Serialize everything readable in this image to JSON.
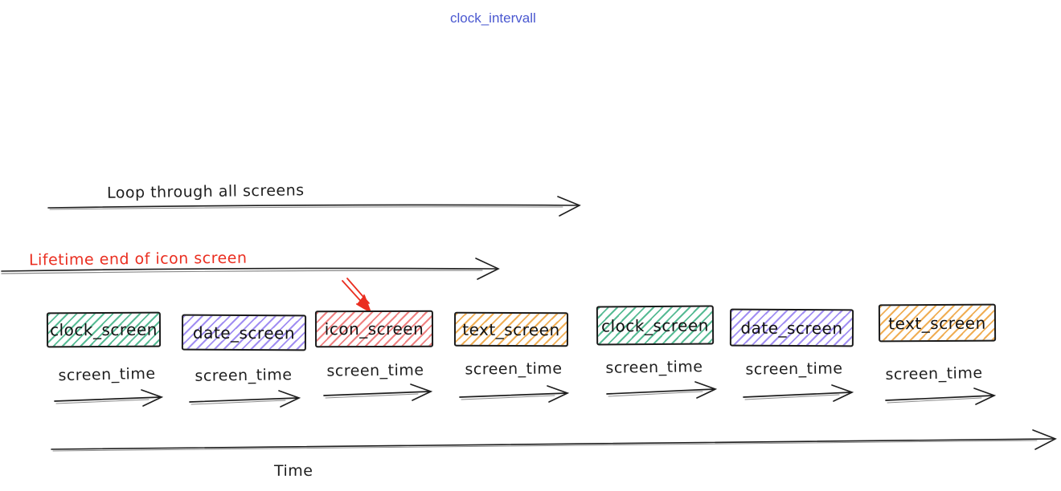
{
  "title": "clock_intervall",
  "colors": {
    "title_blue": "#4a58d0",
    "annotation_red": "#ea2e20",
    "stroke_black": "#1e1e1e",
    "green_hatch": "#57bb94",
    "purple_hatch": "#a18ef2",
    "red_hatch": "#ef8080",
    "yellow_hatch": "#f0ae54"
  },
  "annotations": {
    "loop_label": "Loop through all screens",
    "lifetime_label": "Lifetime end of icon screen"
  },
  "screens": [
    {
      "label": "clock_screen",
      "color": "green"
    },
    {
      "label": "date_screen",
      "color": "purple"
    },
    {
      "label": "icon_screen",
      "color": "red"
    },
    {
      "label": "text_screen",
      "color": "yellow"
    },
    {
      "label": "clock_screen",
      "color": "green"
    },
    {
      "label": "date_screen",
      "color": "purple"
    },
    {
      "label": "text_screen",
      "color": "yellow"
    }
  ],
  "screen_time_label": "screen_time",
  "time_axis_label": "Time"
}
